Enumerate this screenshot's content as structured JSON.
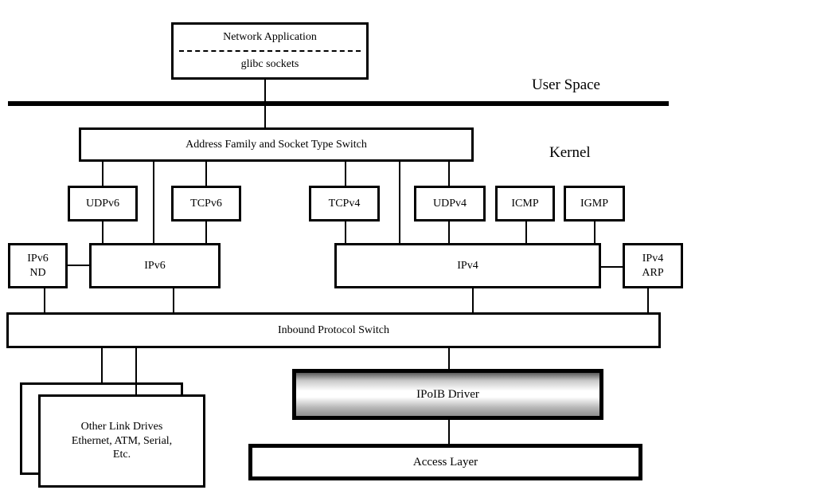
{
  "diagram": {
    "zones": {
      "user_space": "User Space",
      "kernel": "Kernel"
    },
    "boxes": {
      "network_application": {
        "top": "Network Application",
        "bottom": "glibc sockets"
      },
      "af_switch": "Address Family and Socket Type Switch",
      "udpv6": "UDPv6",
      "tcpv6": "TCPv6",
      "tcpv4": "TCPv4",
      "udpv4": "UDPv4",
      "icmp": "ICMP",
      "igmp": "IGMP",
      "ipv6_nd": {
        "line1": "IPv6",
        "line2": "ND"
      },
      "ipv6": "IPv6",
      "ipv4": "IPv4",
      "ipv4_arp": {
        "line1": "IPv4",
        "line2": "ARP"
      },
      "inbound_switch": "Inbound Protocol Switch",
      "other_link_drivers": {
        "line1": "Other Link Drives",
        "line2": "Ethernet, ATM, Serial,",
        "line3": "Etc."
      },
      "ipoib_driver": "IPoIB Driver",
      "access_layer": "Access Layer"
    },
    "colors": {
      "line": "#000000",
      "background": "#ffffff",
      "ipoib_gradient_top": "#5a5a5a",
      "ipoib_gradient_middle": "#ffffff",
      "ipoib_gradient_bottom": "#8f8f8f"
    }
  }
}
